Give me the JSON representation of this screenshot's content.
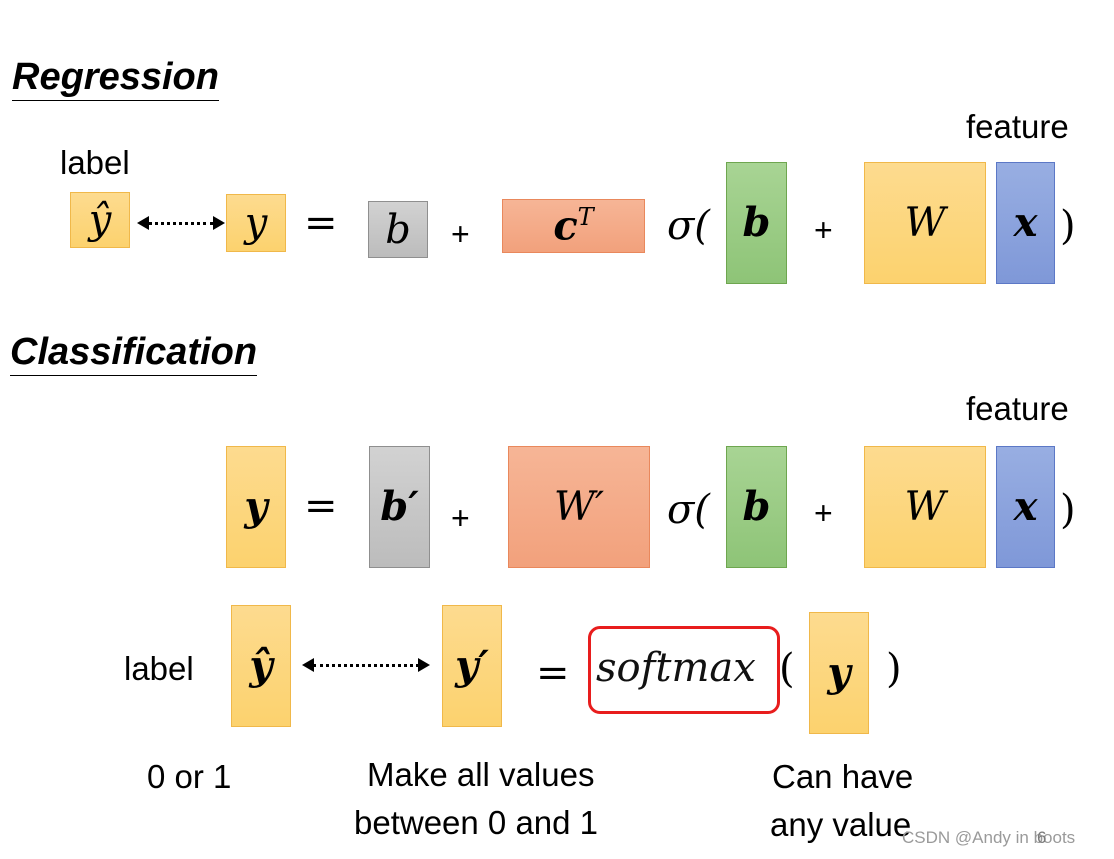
{
  "regression": {
    "heading": "Regression",
    "label_text": "label",
    "feature_text": "feature",
    "y_hat": "ŷ",
    "y": "y",
    "equals": "=",
    "b_scalar": "b",
    "plus": "+",
    "c": "c",
    "c_sup": "T",
    "sigma": "σ(",
    "b_vec": "b",
    "W": "W",
    "x": "x",
    "close": ")"
  },
  "classification": {
    "heading": "Classification",
    "feature_text": "feature",
    "y": "y",
    "equals": "=",
    "b_prime": "b′",
    "plus": "+",
    "W_prime": "W′",
    "sigma": "σ(",
    "b_vec": "b",
    "W": "W",
    "x": "x",
    "close": ")",
    "label_text": "label",
    "y_hat": "ŷ",
    "y_prime": "y′",
    "softmax": "softmax",
    "open": "(",
    "y_in": "y",
    "caption_label_line": "0 or 1",
    "caption_softmax_line1": "Make all values",
    "caption_softmax_line2": "between 0 and 1",
    "caption_input_line1": "Can have",
    "caption_input_line2": "any value"
  },
  "footer": {
    "page_number": "6",
    "watermark": "CSDN @Andy in boots"
  },
  "colors": {
    "yellow": "#fcd26e",
    "gray": "#bcbcbc",
    "salmon": "#f2a17c",
    "green": "#8ec477",
    "blue": "#7f98d8",
    "highlight": "#e81d1d"
  }
}
